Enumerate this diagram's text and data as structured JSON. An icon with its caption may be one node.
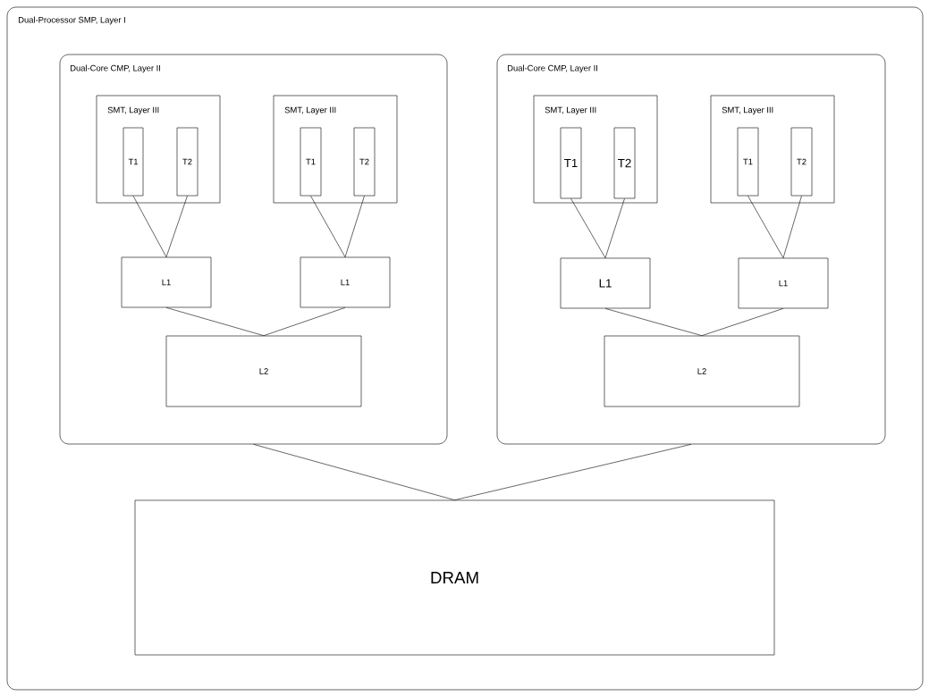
{
  "diagram": {
    "nodes": [
      {
        "text": [
          "Dual-Processor SMP, Layer I"
        ]
      },
      {
        "text": [
          "Dual-Core CMP, Layer II"
        ],
        "in": 0
      },
      {
        "text": [
          "SMT, Layer III"
        ],
        "in": 1
      },
      {
        "text": [
          "T1"
        ],
        "in": 2
      },
      {
        "text": [
          "T2"
        ],
        "in": 2
      },
      {
        "text": [
          "SMT, Layer III"
        ],
        "in": 1
      },
      {
        "text": [
          "T1"
        ],
        "in": 5
      },
      {
        "text": [
          "T2"
        ],
        "in": 5
      },
      {
        "text": [
          "L1"
        ],
        "in": 1
      },
      {
        "text": [
          "L1"
        ],
        "in": 1
      },
      {
        "text": [
          "L2"
        ],
        "in": 1
      },
      {
        "text": [
          "Dual-Core CMP, Layer II"
        ],
        "in": 0
      },
      {
        "text": [
          "SMT, Layer III"
        ],
        "in": 11
      },
      {
        "text": [
          "T1"
        ],
        "in": 12
      },
      {
        "text": [
          "T2"
        ],
        "in": 12
      },
      {
        "text": [
          "SMT, Layer III"
        ],
        "in": 11
      },
      {
        "text": [
          "T1"
        ],
        "in": 15
      },
      {
        "text": [
          "T2"
        ],
        "in": 15
      },
      {
        "text": [
          "L1"
        ],
        "in": 11
      },
      {
        "text": [
          "L1"
        ],
        "in": 11
      },
      {
        "text": [
          "L2"
        ],
        "in": 11
      },
      {
        "text": [
          "DRAM"
        ],
        "in": 0
      }
    ],
    "edges": [
      {
        "from": 3,
        "to": 8,
        "arrow": "none"
      },
      {
        "from": 4,
        "to": 8,
        "arrow": "none"
      },
      {
        "from": 6,
        "to": 9,
        "arrow": "none"
      },
      {
        "from": 7,
        "to": 9,
        "arrow": "none"
      },
      {
        "from": 8,
        "to": 10,
        "arrow": "none"
      },
      {
        "from": 9,
        "to": 10,
        "arrow": "none"
      },
      {
        "from": 13,
        "to": 18,
        "arrow": "none"
      },
      {
        "from": 14,
        "to": 18,
        "arrow": "none"
      },
      {
        "from": 16,
        "to": 19,
        "arrow": "none"
      },
      {
        "from": 17,
        "to": 19,
        "arrow": "none"
      },
      {
        "from": 18,
        "to": 20,
        "arrow": "none"
      },
      {
        "from": 19,
        "to": 20,
        "arrow": "none"
      },
      {
        "from": 1,
        "to": 21,
        "arrow": "none"
      },
      {
        "from": 11,
        "to": 21,
        "arrow": "none"
      }
    ]
  }
}
